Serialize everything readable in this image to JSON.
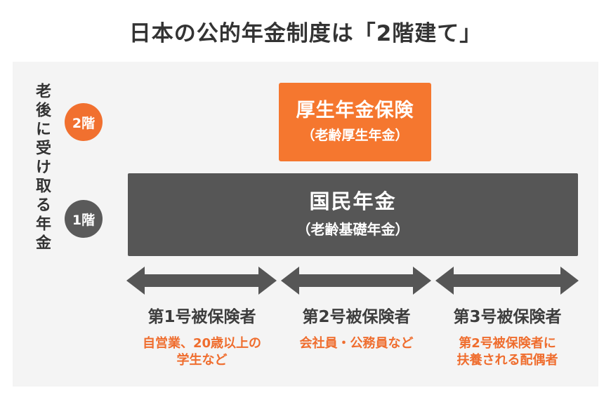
{
  "title": "日本の公的年金制度は「2階建て」",
  "axis": {
    "vertical_label": "老後に受け取る年金"
  },
  "tiers": [
    {
      "badge": "2階",
      "badge_color": "#f1702f"
    },
    {
      "badge": "1階",
      "badge_color": "#5a5a5a"
    }
  ],
  "blocks": {
    "tier2": {
      "main": "厚生年金保険",
      "sub": "（老齢厚生年金）",
      "color": "#f5772f"
    },
    "tier1": {
      "main": "国民年金",
      "sub": "（老齢基礎年金）",
      "color": "#565656"
    }
  },
  "arrow_color": "#565656",
  "categories": [
    {
      "title": "第1号被保険者",
      "description": "自営業、20歳以上の\n学生など",
      "description_line1": "自営業、20歳以上の",
      "description_line2": "学生など",
      "arrow_name": "span-arrow-category-1"
    },
    {
      "title": "第2号被保険者",
      "description": "会社員・公務員など",
      "description_line1": "会社員・公務員など",
      "description_line2": "",
      "arrow_name": "span-arrow-category-2"
    },
    {
      "title": "第3号被保険者",
      "description": "第2号被保険者に\n扶養される配偶者",
      "description_line1": "第2号被保険者に",
      "description_line2": "扶養される配偶者",
      "arrow_name": "span-arrow-category-3"
    }
  ],
  "accent_color": "#ef6d2e",
  "text_color": "#333333",
  "panel_color": "#f4f4f4"
}
